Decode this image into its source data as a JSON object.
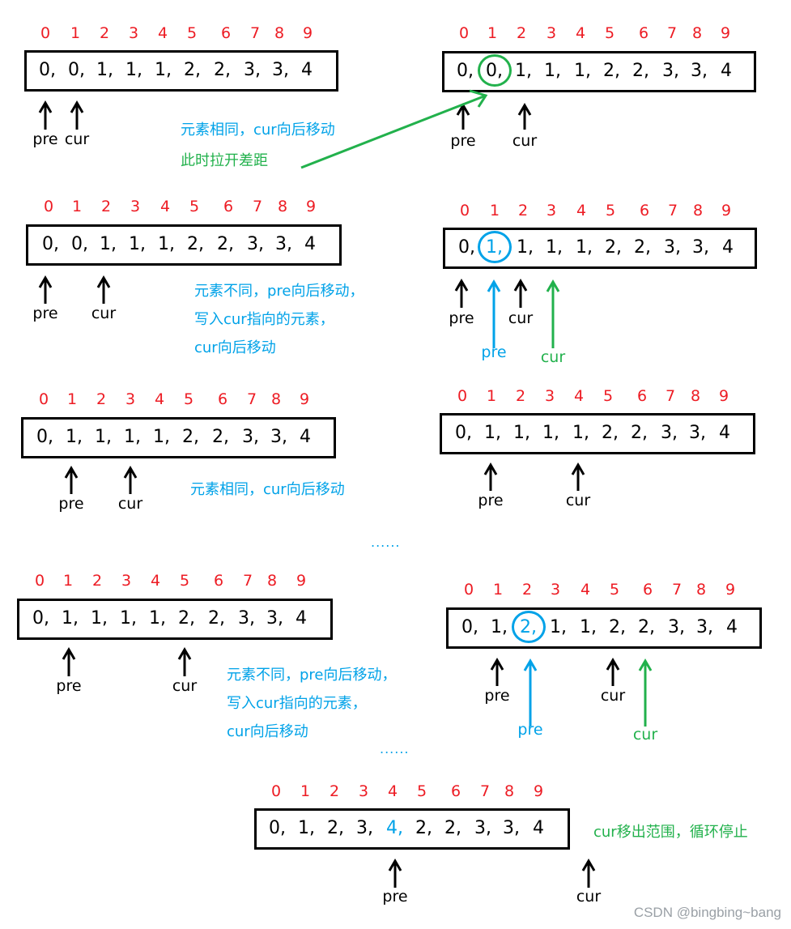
{
  "colors": {
    "index": "#ed1c24",
    "highlight_blue": "#00a2e8",
    "highlight_green": "#22b14c",
    "border": "#000000"
  },
  "indices": [
    "0",
    "1",
    "2",
    "3",
    "4",
    "5",
    "6",
    "7",
    "8",
    "9"
  ],
  "steps": [
    {
      "id": "s1-left",
      "values": [
        "0",
        "0",
        "1",
        "1",
        "1",
        "2",
        "2",
        "3",
        "3",
        "4"
      ],
      "pointers": [
        {
          "label": "pre",
          "at": 0
        },
        {
          "label": "cur",
          "at": 1
        }
      ]
    },
    {
      "id": "s1-right",
      "values": [
        "0",
        "0",
        "1",
        "1",
        "1",
        "2",
        "2",
        "3",
        "3",
        "4"
      ],
      "circled": 1,
      "circle_color": "green",
      "pointers": [
        {
          "label": "pre",
          "at": 0
        },
        {
          "label": "cur",
          "at": 2
        }
      ]
    },
    {
      "id": "s2-left",
      "values": [
        "0",
        "0",
        "1",
        "1",
        "1",
        "2",
        "2",
        "3",
        "3",
        "4"
      ],
      "pointers": [
        {
          "label": "pre",
          "at": 0
        },
        {
          "label": "cur",
          "at": 2
        }
      ]
    },
    {
      "id": "s2-right",
      "values": [
        "0",
        "1",
        "1",
        "1",
        "1",
        "2",
        "2",
        "3",
        "3",
        "4"
      ],
      "circled": 1,
      "circle_color": "blue",
      "pointers": [
        {
          "label": "pre",
          "at": 0
        },
        {
          "label": "cur",
          "at": 2
        },
        {
          "label": "pre",
          "at": 1,
          "color": "blue"
        },
        {
          "label": "cur",
          "at": 3,
          "color": "green"
        }
      ]
    },
    {
      "id": "s3-left",
      "values": [
        "0",
        "1",
        "1",
        "1",
        "1",
        "2",
        "2",
        "3",
        "3",
        "4"
      ],
      "pointers": [
        {
          "label": "pre",
          "at": 1
        },
        {
          "label": "cur",
          "at": 3
        }
      ]
    },
    {
      "id": "s3-right",
      "values": [
        "0",
        "1",
        "1",
        "1",
        "1",
        "2",
        "2",
        "3",
        "3",
        "4"
      ],
      "pointers": [
        {
          "label": "pre",
          "at": 1
        },
        {
          "label": "cur",
          "at": 4
        }
      ]
    },
    {
      "id": "s4-left",
      "values": [
        "0",
        "1",
        "1",
        "1",
        "1",
        "2",
        "2",
        "3",
        "3",
        "4"
      ],
      "pointers": [
        {
          "label": "pre",
          "at": 1
        },
        {
          "label": "cur",
          "at": 5
        }
      ]
    },
    {
      "id": "s4-right",
      "values": [
        "0",
        "1",
        "2",
        "1",
        "1",
        "2",
        "2",
        "3",
        "3",
        "4"
      ],
      "circled": 2,
      "circle_color": "blue",
      "pointers": [
        {
          "label": "pre",
          "at": 1
        },
        {
          "label": "cur",
          "at": 5
        },
        {
          "label": "pre",
          "at": 2,
          "color": "blue"
        },
        {
          "label": "cur",
          "at": 6,
          "color": "green"
        }
      ]
    },
    {
      "id": "s5-final",
      "values": [
        "0",
        "1",
        "2",
        "3",
        "4",
        "2",
        "2",
        "3",
        "3",
        "4"
      ],
      "highlighted": 4,
      "pointers": [
        {
          "label": "pre",
          "at": 4
        },
        {
          "label": "cur",
          "at": 10
        }
      ]
    }
  ],
  "notes": {
    "same_move_cur": "元素相同，cur向后移动",
    "gap_widen": "此时拉开差距",
    "diff_line1": "元素不同，pre向后移动，",
    "diff_line2": "写入cur指向的元素，",
    "diff_line3": "cur向后移动",
    "same_move_cur_2": "元素相同，cur向后移动",
    "diff2_line1": "元素不同，pre向后移动，",
    "diff2_line2": "写入cur指向的元素，",
    "diff2_line3": "cur向后移动",
    "end": "cur移出范围，循环停止"
  },
  "ellipsis": "......",
  "watermark": "CSDN @bingbing~bang"
}
